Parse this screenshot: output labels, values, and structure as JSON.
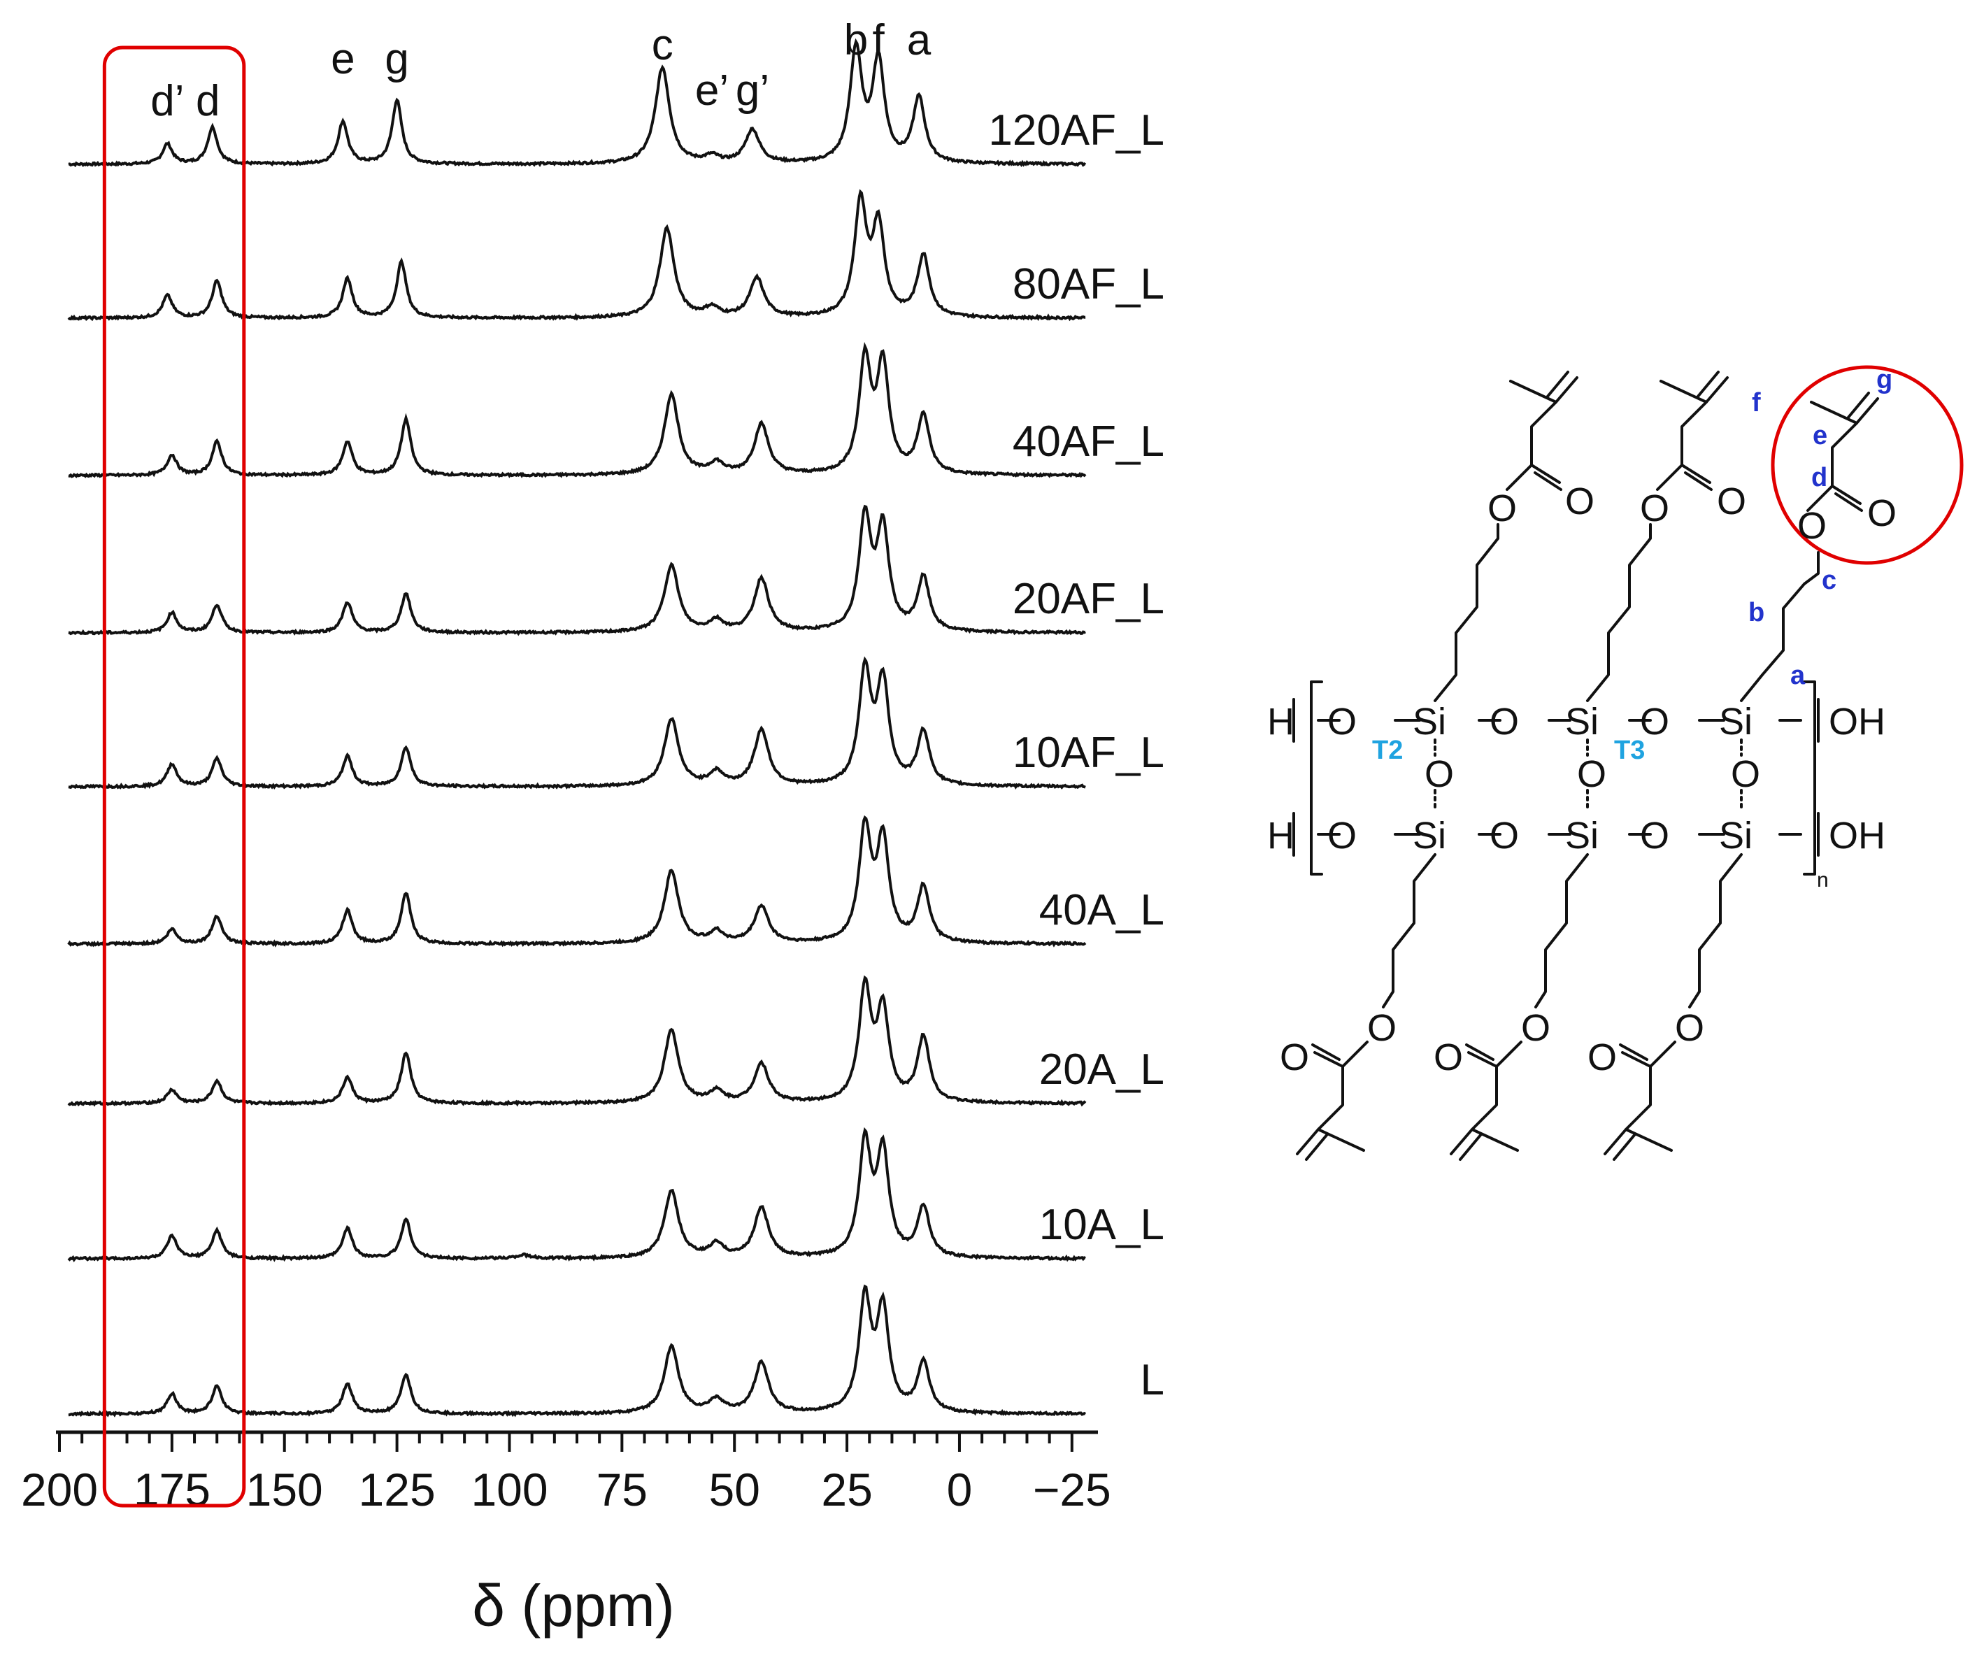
{
  "chart_data": {
    "type": "line",
    "xlabel": "δ (ppm)",
    "xlim": [
      200,
      -30
    ],
    "x_reversed": true,
    "xticks": [
      200,
      175,
      150,
      125,
      100,
      75,
      50,
      25,
      0,
      -25
    ],
    "xtick_labels": [
      "200",
      "175",
      "150",
      "125",
      "100",
      "75",
      "50",
      "25",
      "0",
      "−25"
    ],
    "peak_labels": [
      {
        "label": "d’",
        "ppm": 176
      },
      {
        "label": "d",
        "ppm": 167
      },
      {
        "label": "e",
        "ppm": 137
      },
      {
        "label": "g",
        "ppm": 125
      },
      {
        "label": "c",
        "ppm": 66
      },
      {
        "label": "e’",
        "ppm": 55
      },
      {
        "label": "g’",
        "ppm": 46
      },
      {
        "label": "b",
        "ppm": 23
      },
      {
        "label": "f",
        "ppm": 18
      },
      {
        "label": "a",
        "ppm": 9
      }
    ],
    "highlight_region": {
      "from": 190,
      "to": 159
    },
    "series": [
      {
        "name": "120AF_L",
        "peaks": [
          [
            176,
            0.18
          ],
          [
            166,
            0.33
          ],
          [
            137,
            0.38
          ],
          [
            125,
            0.57
          ],
          [
            66,
            0.86
          ],
          [
            55,
            0.06
          ],
          [
            46,
            0.3
          ],
          [
            23,
            1.0
          ],
          [
            18,
            0.9
          ],
          [
            9,
            0.58
          ]
        ]
      },
      {
        "name": "80AF_L",
        "peaks": [
          [
            176,
            0.2
          ],
          [
            165,
            0.33
          ],
          [
            136,
            0.35
          ],
          [
            124,
            0.5
          ],
          [
            65,
            0.8
          ],
          [
            55,
            0.08
          ],
          [
            45,
            0.35
          ],
          [
            22,
            1.0
          ],
          [
            18,
            0.8
          ],
          [
            8,
            0.55
          ]
        ]
      },
      {
        "name": "40AF_L",
        "peaks": [
          [
            175,
            0.18
          ],
          [
            165,
            0.3
          ],
          [
            136,
            0.3
          ],
          [
            123,
            0.5
          ],
          [
            64,
            0.72
          ],
          [
            54,
            0.1
          ],
          [
            44,
            0.45
          ],
          [
            21,
            1.0
          ],
          [
            17,
            0.95
          ],
          [
            8,
            0.52
          ]
        ]
      },
      {
        "name": "20AF_L",
        "peaks": [
          [
            175,
            0.18
          ],
          [
            165,
            0.25
          ],
          [
            136,
            0.27
          ],
          [
            123,
            0.35
          ],
          [
            64,
            0.6
          ],
          [
            54,
            0.1
          ],
          [
            44,
            0.48
          ],
          [
            21,
            1.0
          ],
          [
            17,
            0.9
          ],
          [
            8,
            0.48
          ]
        ]
      },
      {
        "name": "10AF_L",
        "peaks": [
          [
            175,
            0.2
          ],
          [
            165,
            0.25
          ],
          [
            136,
            0.27
          ],
          [
            123,
            0.35
          ],
          [
            64,
            0.6
          ],
          [
            54,
            0.12
          ],
          [
            44,
            0.5
          ],
          [
            21,
            1.0
          ],
          [
            17,
            0.9
          ],
          [
            8,
            0.48
          ]
        ]
      },
      {
        "name": "40A_L",
        "peaks": [
          [
            175,
            0.13
          ],
          [
            165,
            0.25
          ],
          [
            136,
            0.3
          ],
          [
            123,
            0.45
          ],
          [
            64,
            0.65
          ],
          [
            54,
            0.1
          ],
          [
            44,
            0.33
          ],
          [
            21,
            1.0
          ],
          [
            17,
            0.9
          ],
          [
            8,
            0.5
          ]
        ]
      },
      {
        "name": "20A_L",
        "peaks": [
          [
            175,
            0.12
          ],
          [
            165,
            0.2
          ],
          [
            136,
            0.23
          ],
          [
            123,
            0.45
          ],
          [
            64,
            0.65
          ],
          [
            54,
            0.1
          ],
          [
            44,
            0.35
          ],
          [
            21,
            1.0
          ],
          [
            17,
            0.8
          ],
          [
            8,
            0.58
          ]
        ]
      },
      {
        "name": "10A_L",
        "peaks": [
          [
            175,
            0.2
          ],
          [
            165,
            0.25
          ],
          [
            136,
            0.27
          ],
          [
            123,
            0.35
          ],
          [
            97,
            0.03
          ],
          [
            64,
            0.6
          ],
          [
            54,
            0.12
          ],
          [
            44,
            0.45
          ],
          [
            21,
            1.0
          ],
          [
            17,
            0.92
          ],
          [
            8,
            0.45
          ]
        ]
      },
      {
        "name": "L",
        "peaks": [
          [
            175,
            0.18
          ],
          [
            165,
            0.25
          ],
          [
            136,
            0.27
          ],
          [
            123,
            0.35
          ],
          [
            64,
            0.6
          ],
          [
            54,
            0.12
          ],
          [
            44,
            0.45
          ],
          [
            21,
            1.0
          ],
          [
            17,
            0.9
          ],
          [
            8,
            0.45
          ]
        ]
      }
    ]
  },
  "structure": {
    "atoms": {
      "si": "Si",
      "o": "O",
      "h": "H",
      "oh": "OH",
      "sub_n": "n"
    },
    "site_labels": [
      "T2",
      "T3"
    ],
    "carbon_labels": [
      "a",
      "b",
      "c",
      "d",
      "e",
      "f",
      "g"
    ],
    "colors": {
      "site_label": "#1fa3e0",
      "carbon_label": "#2233cc",
      "highlight": "#e00000",
      "trace": "#111111"
    }
  }
}
